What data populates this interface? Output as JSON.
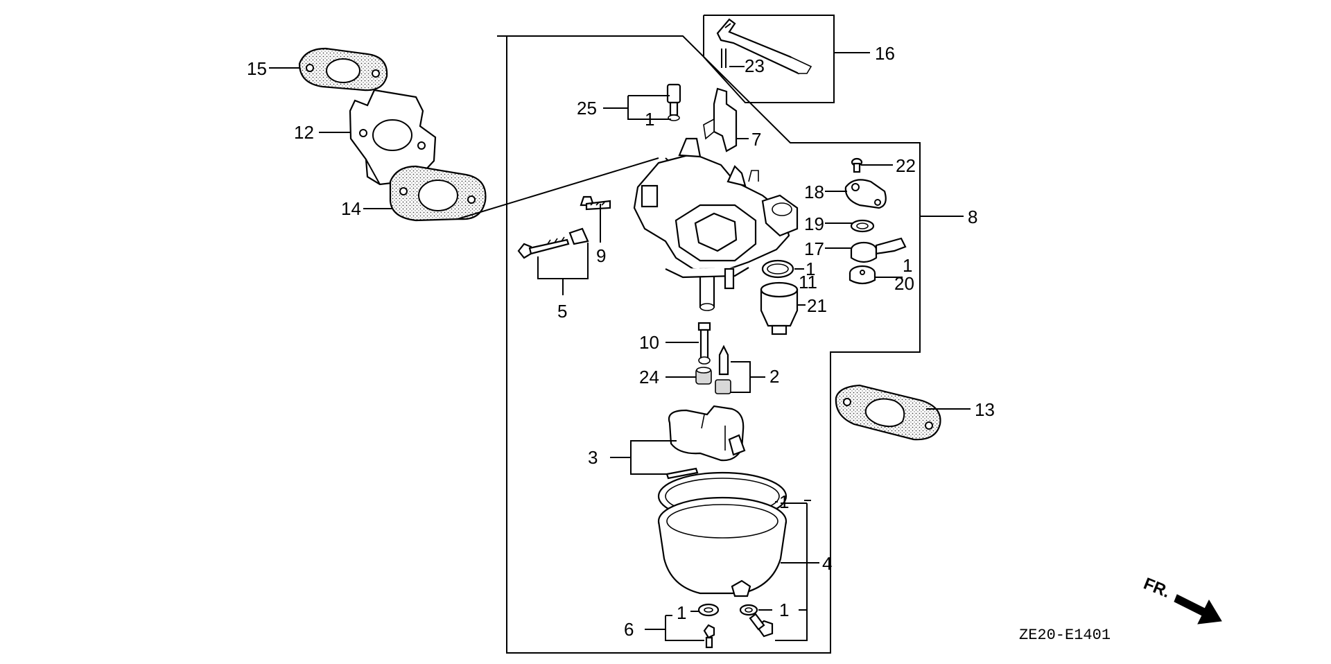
{
  "diagram": {
    "code": "ZE20-E1401",
    "direction_label": "FR.",
    "callouts": {
      "p15": "15",
      "p12": "12",
      "p14": "14",
      "p16": "16",
      "p23": "23",
      "p25": "25",
      "p1_needle": "1",
      "p7": "7",
      "p22": "22",
      "p18": "18",
      "p8": "8",
      "p19": "19",
      "p17": "17",
      "p1_17": "1",
      "p20": "20",
      "p9": "9",
      "p5": "5",
      "p1_11": "1",
      "p11": "11",
      "p21": "21",
      "p10": "10",
      "p24": "24",
      "p2": "2",
      "p13": "13",
      "p3": "3",
      "p1_ring": "1",
      "p4": "4",
      "p1_bowl": "1",
      "p6": "6",
      "p1_washer": "1"
    }
  }
}
